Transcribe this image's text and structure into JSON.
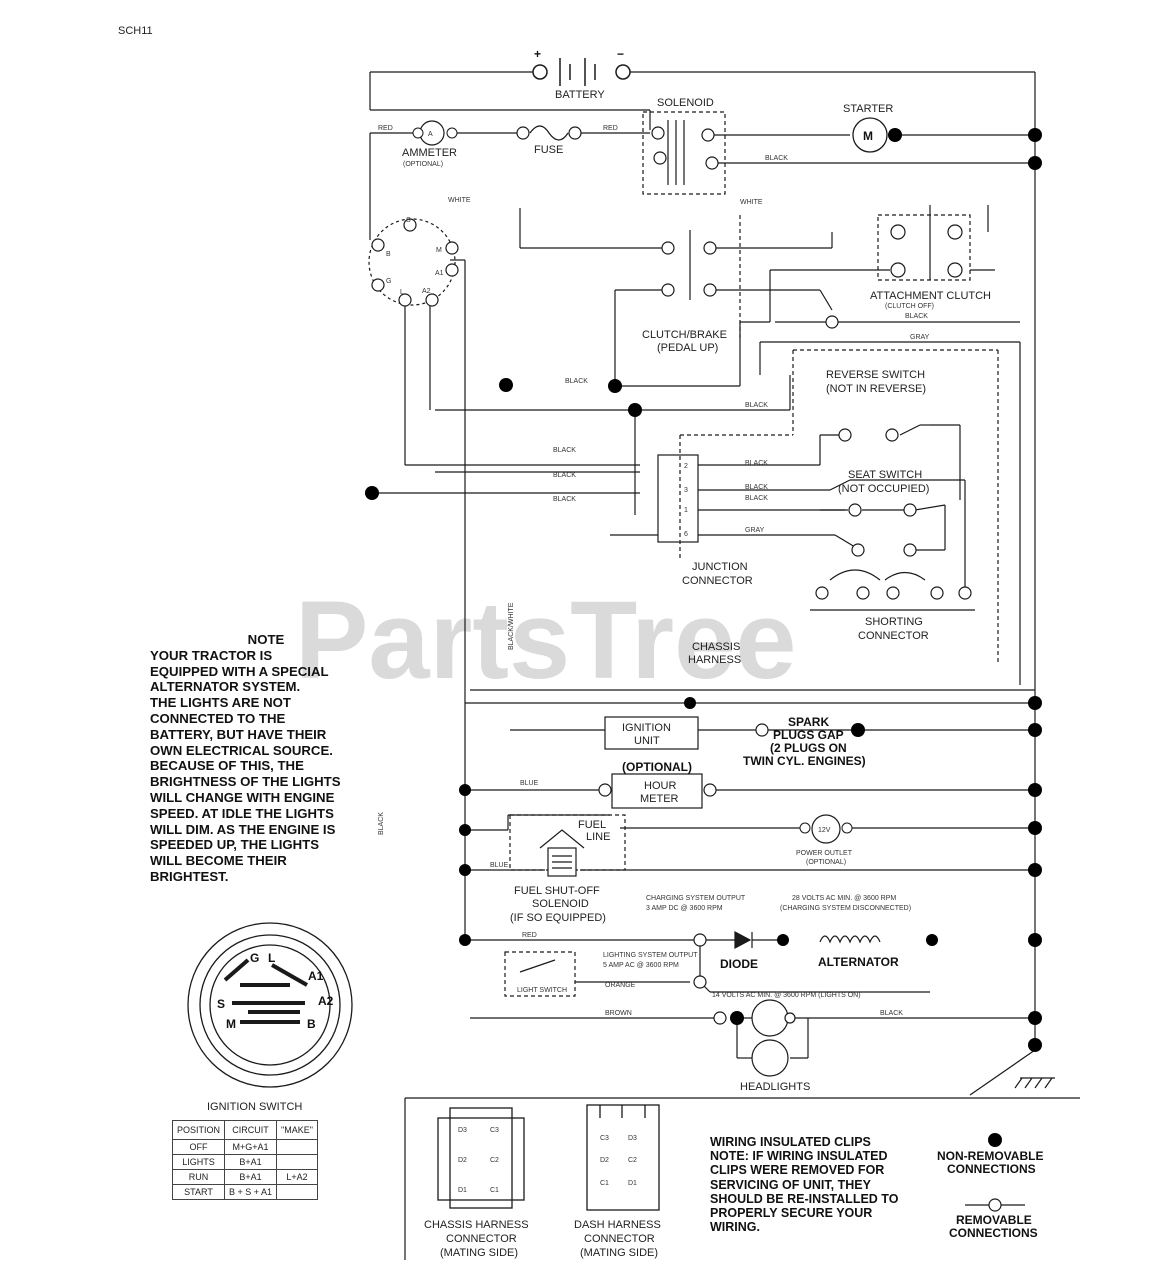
{
  "page_code": "SCH11",
  "watermark": "PartsTree",
  "battery": {
    "label": "BATTERY",
    "plus": "+",
    "minus": "−"
  },
  "solenoid": {
    "label": "SOLENOID"
  },
  "starter": {
    "label": "STARTER",
    "symbol": "M"
  },
  "ammeter": {
    "label": "AMMETER",
    "sub": "(OPTIONAL)",
    "symbol": "A"
  },
  "fuse": {
    "label": "FUSE"
  },
  "clutch_brake": {
    "label": "CLUTCH/BRAKE",
    "sub": "(PEDAL UP)"
  },
  "attachment_clutch": {
    "label": "ATTACHMENT CLUTCH",
    "sub": "(CLUTCH OFF)"
  },
  "reverse_switch": {
    "label": "REVERSE SWITCH",
    "sub": "(NOT IN REVERSE)"
  },
  "seat_switch": {
    "label": "SEAT SWITCH",
    "sub": "(NOT OCCUPIED)"
  },
  "junction_connector": {
    "label": "JUNCTION",
    "sub": "CONNECTOR",
    "pins": [
      "2",
      "3",
      "1",
      "6"
    ]
  },
  "shorting_connector": {
    "label": "SHORTING",
    "sub": "CONNECTOR"
  },
  "chassis_harness_label": {
    "line1": "CHASSIS",
    "line2": "HARNESS"
  },
  "ignition_switch_terminals": [
    "S",
    "B",
    "M",
    "A1",
    "L",
    "A2",
    "G"
  ],
  "ignition_unit": {
    "line1": "IGNITION",
    "line2": "UNIT"
  },
  "spark_plugs": {
    "line1": "SPARK",
    "line2": "PLUGS GAP",
    "line3": "(2 PLUGS ON",
    "line4": "TWIN CYL. ENGINES)"
  },
  "hour_meter": {
    "optional": "(OPTIONAL)",
    "line1": "HOUR",
    "line2": "METER"
  },
  "fuel_line": {
    "line1": "FUEL",
    "line2": "LINE"
  },
  "power_outlet": {
    "symbol": "12V",
    "line1": "POWER OUTLET",
    "line2": "(OPTIONAL)"
  },
  "fuel_shutoff": {
    "line1": "FUEL SHUT-OFF",
    "line2": "SOLENOID",
    "line3": "(IF SO EQUIPPED)"
  },
  "charging_output": {
    "line1": "CHARGING SYSTEM OUTPUT",
    "line2": "3 AMP DC @ 3600 RPM"
  },
  "volts_ac": {
    "line1": "28 VOLTS AC MIN. @ 3600 RPM",
    "line2": "(CHARGING SYSTEM DISCONNECTED)"
  },
  "lighting_output": {
    "line1": "LIGHTING SYSTEM OUTPUT",
    "line2": "5 AMP AC @ 3600 RPM"
  },
  "volts_lights": "14 VOLTS AC MIN. @ 3600 RPM (LIGHTS ON)",
  "diode": "DIODE",
  "alternator": "ALTERNATOR",
  "headlights": "HEADLIGHTS",
  "light_switch": "LIGHT SWITCH",
  "wires": {
    "red": "RED",
    "white": "WHITE",
    "black": "BLACK",
    "gray": "GRAY",
    "blue": "BLUE",
    "orange": "ORANGE",
    "brown": "BROWN",
    "black_white": "BLACK/WHITE",
    "black_s": "BLACK"
  },
  "note": {
    "title": "NOTE",
    "lines": [
      "YOUR TRACTOR IS",
      "EQUIPPED WITH A SPECIAL",
      "ALTERNATOR SYSTEM.",
      "THE LIGHTS ARE NOT",
      "CONNECTED TO THE",
      "BATTERY, BUT HAVE THEIR",
      "OWN ELECTRICAL SOURCE.",
      "BECAUSE OF THIS, THE",
      "BRIGHTNESS OF THE LIGHTS",
      "WILL CHANGE WITH ENGINE",
      "SPEED.  AT IDLE THE LIGHTS",
      "WILL DIM.  AS THE ENGINE IS",
      "SPEEDED UP, THE LIGHTS",
      "WILL BECOME THEIR",
      "BRIGHTEST."
    ]
  },
  "ignition_switch": {
    "title": "IGNITION SWITCH",
    "headers": [
      "POSITION",
      "CIRCUIT",
      "\"MAKE\""
    ],
    "rows": [
      [
        "OFF",
        "M+G+A1",
        ""
      ],
      [
        "LIGHTS",
        "B+A1",
        ""
      ],
      [
        "RUN",
        "B+A1",
        "L+A2"
      ],
      [
        "START",
        "B + S + A1",
        ""
      ]
    ],
    "face_labels": [
      "G",
      "L",
      "A1",
      "S",
      "A2",
      "M",
      "B"
    ]
  },
  "chassis_connector": {
    "line1": "CHASSIS HARNESS",
    "line2": "CONNECTOR",
    "line3": "(MATING SIDE)",
    "pins": [
      "D3",
      "C3",
      "D2",
      "C2",
      "D1",
      "C1"
    ]
  },
  "dash_connector": {
    "line1": "DASH HARNESS",
    "line2": "CONNECTOR",
    "line3": "(MATING SIDE)",
    "pins": [
      "C3",
      "D3",
      "D2",
      "C2",
      "C1",
      "D1"
    ]
  },
  "clips_note": {
    "lines": [
      "WIRING INSULATED CLIPS",
      "NOTE: IF WIRING INSULATED",
      "CLIPS WERE REMOVED FOR",
      "SERVICING OF UNIT, THEY",
      "SHOULD BE RE-INSTALLED TO",
      "PROPERLY SECURE YOUR",
      "WIRING."
    ]
  },
  "legend": {
    "non_removable": {
      "line1": "NON-REMOVABLE",
      "line2": "CONNECTIONS"
    },
    "removable": {
      "line1": "REMOVABLE",
      "line2": "CONNECTIONS"
    }
  },
  "colors": {
    "line": "#1a1a1a",
    "dot": "#000000",
    "watermark": "#bdbdbd",
    "background": "#ffffff"
  }
}
